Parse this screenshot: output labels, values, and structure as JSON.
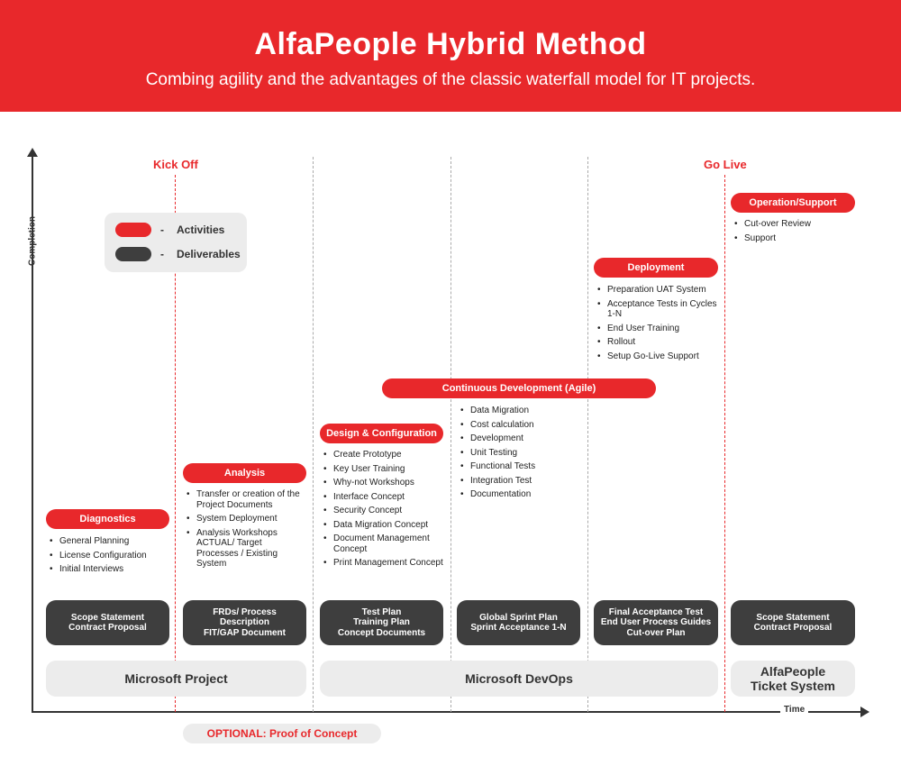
{
  "header": {
    "title": "AlfaPeople Hybrid Method",
    "subtitle": "Combing agility and the advantages of the classic waterfall model for IT projects."
  },
  "axes": {
    "y_label": "Completion",
    "x_label": "Time"
  },
  "milestones": {
    "kickoff": "Kick Off",
    "golive": "Go Live"
  },
  "legend": {
    "activities": "Activities",
    "deliverables": "Deliverables",
    "separator": "-"
  },
  "colors": {
    "accent": "#e8282b",
    "dark": "#3e3e3e",
    "light": "#ececec"
  },
  "phases": {
    "diagnostics": {
      "label": "Diagnostics",
      "items": [
        "General Planning",
        "License Configuration",
        "Initial Interviews"
      ]
    },
    "analysis": {
      "label": "Analysis",
      "items": [
        "Transfer or creation of the Project Documents",
        "System Deployment",
        "Analysis Workshops ACTUAL/ Target Processes / Existing System"
      ]
    },
    "design": {
      "label": "Design & Configuration",
      "items": [
        "Create Prototype",
        "Key User Training",
        "Why-not Workshops",
        "Interface Concept",
        "Security Concept",
        "Data Migration Concept",
        "Document Management Concept",
        "Print Management Concept"
      ]
    },
    "continuous": {
      "label": "Continuous Development (Agile)",
      "items": [
        "Data Migration",
        "Cost calculation",
        "Development",
        "Unit Testing",
        "Functional Tests",
        "Integration Test",
        "Documentation"
      ]
    },
    "deployment": {
      "label": "Deployment",
      "items": [
        "Preparation UAT System",
        "Acceptance Tests in Cycles 1-N",
        "End User Training",
        "Rollout",
        "Setup Go-Live Support"
      ]
    },
    "operation": {
      "label": "Operation/Support",
      "items": [
        "Cut-over Review",
        "Support"
      ]
    }
  },
  "deliverables": [
    [
      "Scope Statement",
      "Contract Proposal"
    ],
    [
      "FRDs/ Process",
      "Description",
      "FIT/GAP Document"
    ],
    [
      "Test Plan",
      "Training Plan",
      "Concept Documents"
    ],
    [
      "Global Sprint Plan",
      "Sprint Acceptance 1-N"
    ],
    [
      "Final Acceptance Test",
      "End User Process Guides",
      "Cut-over Plan"
    ],
    [
      "Scope Statement",
      "Contract Proposal"
    ]
  ],
  "tools": [
    "Microsoft Project",
    "Microsoft DevOps",
    "AlfaPeople Ticket System"
  ],
  "optional": "OPTIONAL: Proof of Concept"
}
